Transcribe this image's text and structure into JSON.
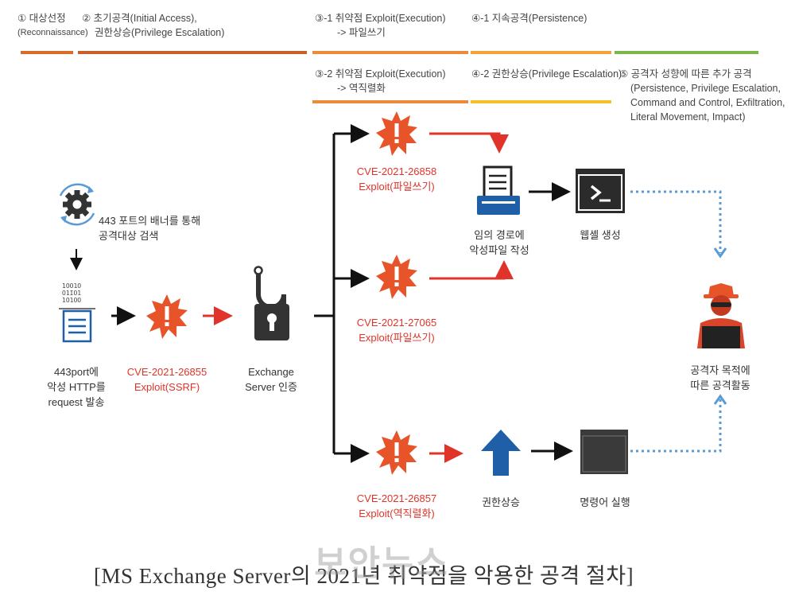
{
  "phases": {
    "p1": {
      "line1": "① 대상선정",
      "line2": "(Reconnaissance)"
    },
    "p2": {
      "line1": "② 초기공격(Initial Access),",
      "line2": "권한상승(Privilege Escalation)"
    },
    "p3a": {
      "line1": "③-1 취약점 Exploit(Execution)",
      "line2": "-> 파일쓰기"
    },
    "p4a": {
      "line1": "④-1 지속공격(Persistence)"
    },
    "p3b": {
      "line1": "③-2 취약점 Exploit(Execution)",
      "line2": "-> 역직렬화"
    },
    "p4b": {
      "line1": "④-2 권한상승(Privilege Escalation)"
    },
    "p5": {
      "line1": "⑤ 공격자 성향에 따른 추가 공격",
      "line2": "(Persistence, Privilege Escalation,",
      "line3": "Command and Control, Exfiltration,",
      "line4": "Literal Movement, Impact)"
    }
  },
  "colors": {
    "bar_recon": "#d96b2b",
    "bar_initial": "#c8602a",
    "bar_exec": "#ec8a3c",
    "bar_persist": "#f3c02a",
    "bar_post": "#7ab648",
    "burst": "#e8542a",
    "cve_text": "#e0342a",
    "red_arrow": "#e0342a",
    "dotted": "#5b9bd5",
    "upload": "#1f5fa8"
  },
  "nodes": {
    "scan": {
      "line1": "443 포트의 배너를 통해",
      "line2": "공격대상 검색",
      "icon": "gear-cycle-icon"
    },
    "request": {
      "line1": "443port에",
      "line2": "악성 HTTP를",
      "line3": "request 발송",
      "icon": "barcode-document-icon"
    },
    "ssrf": {
      "line1": "CVE-2021-26855",
      "line2": "Exploit(SSRF)",
      "icon": "burst-alert-icon"
    },
    "auth": {
      "line1": "Exchange",
      "line2": "Server 인증",
      "icon": "unlocked-padlock-icon"
    },
    "cve26858": {
      "line1": "CVE-2021-26858",
      "line2": "Exploit(파일쓰기)",
      "icon": "burst-alert-icon"
    },
    "cve27065": {
      "line1": "CVE-2021-27065",
      "line2": "Exploit(파일쓰기)",
      "icon": "burst-alert-icon"
    },
    "cve26857": {
      "line1": "CVE-2021-26857",
      "line2": "Exploit(역직렬화)",
      "icon": "burst-alert-icon"
    },
    "file_write": {
      "line1": "임의 경로에",
      "line2": "악성파일 작성",
      "icon": "printer-document-icon"
    },
    "webshell": {
      "line1": "웹셸 생성",
      "icon": "terminal-window-icon"
    },
    "privesc": {
      "line1": "권한상승",
      "icon": "up-arrow-icon"
    },
    "command": {
      "line1": "명령어 실행",
      "icon": "console-window-icon"
    },
    "attacker": {
      "line1": "공격자 목적에",
      "line2": "따른 공격활동",
      "icon": "hacker-icon"
    }
  },
  "caption": "[MS Exchange Server의 2021년 취약점을 악용한 공격 절차]",
  "watermark": "보안뉴스"
}
